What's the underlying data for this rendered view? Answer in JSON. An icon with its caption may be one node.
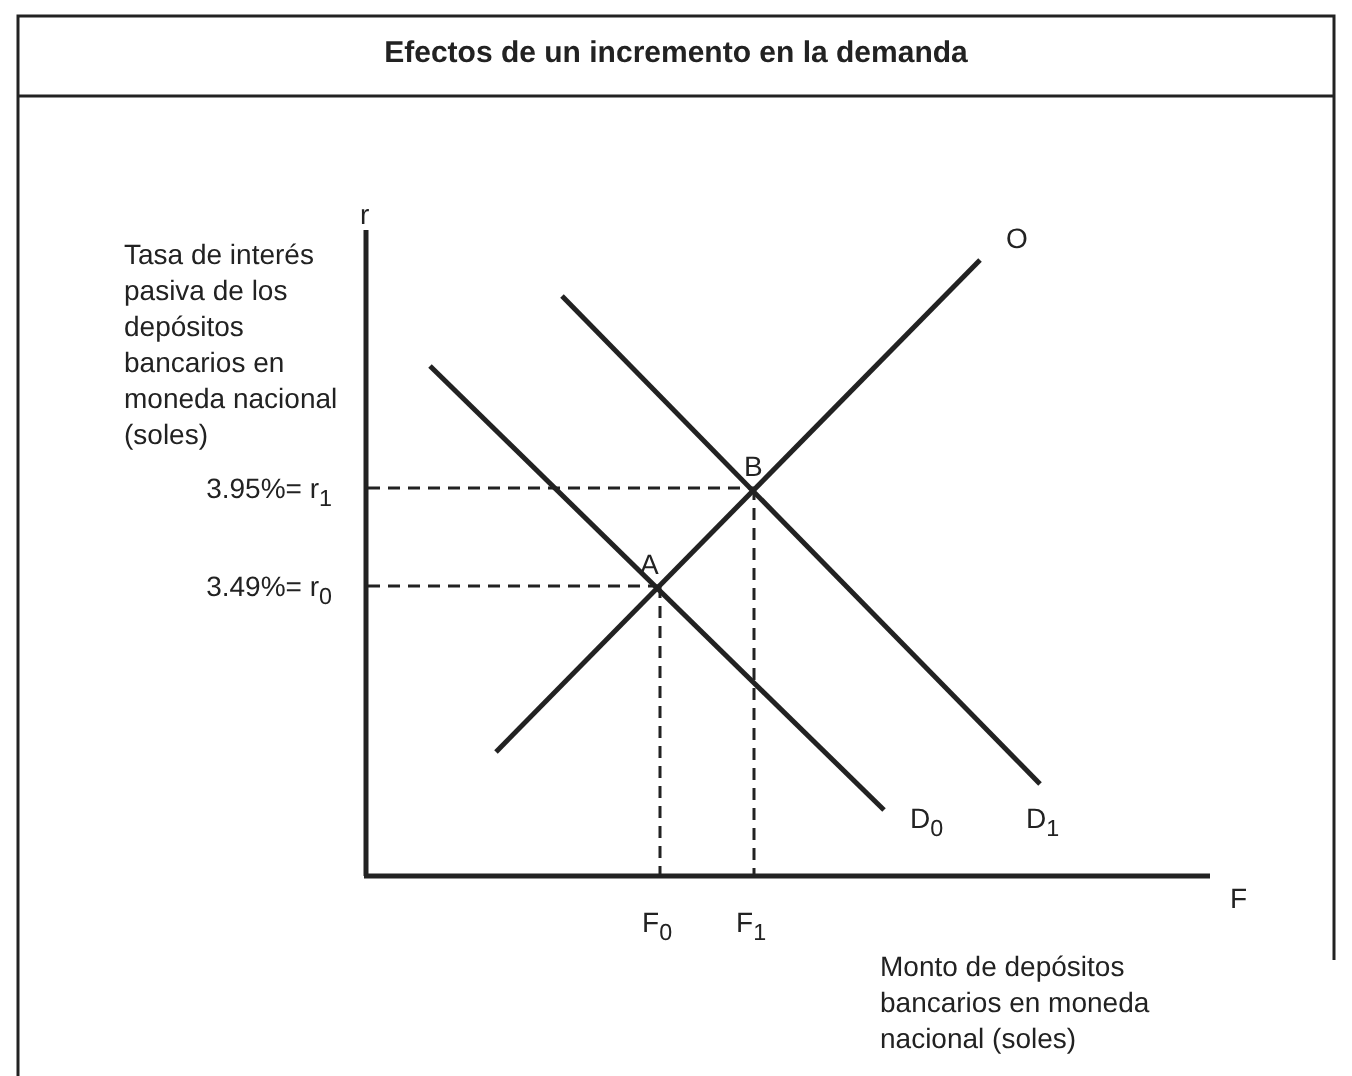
{
  "diagram": {
    "title": "Efectos de un incremento en la demanda",
    "labels": [
      "r",
      "Tasa de interés pasiva de los depósitos bancarios en moneda nacional (soles)",
      "O",
      "3.95%= r$_{1}$",
      "B",
      "3.49%= r$_{0}$",
      "A",
      "D$_{0}$",
      "D$_{1}$",
      "F",
      "F$_{0}$",
      "F$_{1}$",
      "Monto de depósitos bancarios en moneda nacional (soles)"
    ]
  }
}
